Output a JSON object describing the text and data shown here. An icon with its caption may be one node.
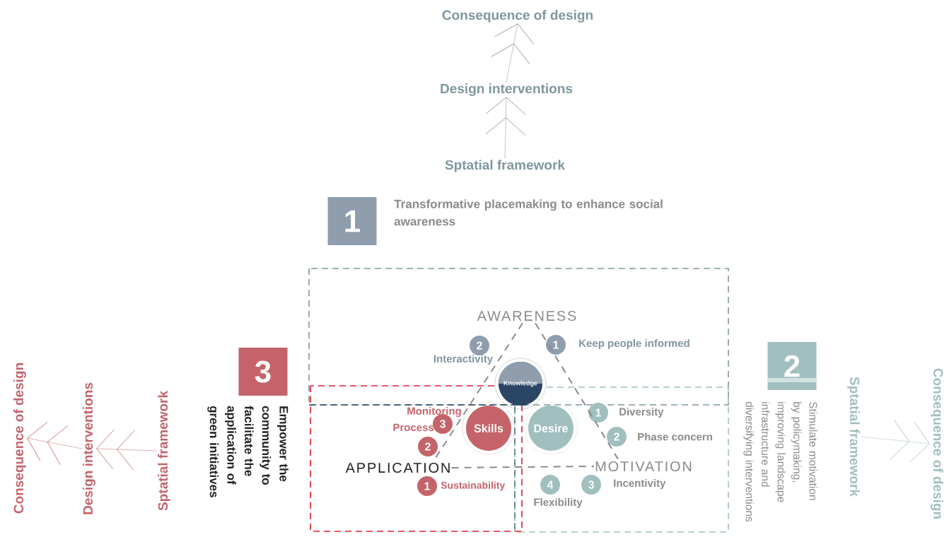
{
  "diagram": {
    "nodes": [
      {
        "text": [
          "Consequence of design"
        ]
      },
      {
        "text": [
          "Design interventions"
        ]
      },
      {
        "text": [
          "Sptatial framework"
        ]
      },
      {
        "text": [
          "1"
        ],
        "beside": [
          "Transformative placemaking to enhance social awareness"
        ]
      },
      {
        "text": [
          "AWARENESS"
        ]
      },
      {
        "text": [
          "2"
        ],
        "beside": [
          "Interactivity"
        ]
      },
      {
        "text": [
          "1"
        ],
        "beside": [
          "Keep people informed"
        ]
      },
      {
        "text": [
          "Knowledge"
        ]
      },
      {
        "text": [
          "3"
        ],
        "beside": [
          "Empower the community to facilitate the application of green initiatives"
        ]
      },
      {
        "text": [
          "2"
        ],
        "beside": [
          "Stimulate motivation by policymaking, improving landscape infrastructure and diversifying interventions"
        ]
      },
      {
        "text": [
          "Skills"
        ]
      },
      {
        "text": [
          "Desire"
        ]
      },
      {
        "text": [
          "3"
        ],
        "beside": [
          "Process"
        ]
      },
      {
        "text": [
          "1"
        ],
        "beside": [
          "Diversity"
        ]
      },
      {
        "text": [
          "2"
        ]
      },
      {
        "text": [
          "2"
        ],
        "beside": [
          "Phase concern"
        ]
      },
      {
        "text": [
          "APPLICATION"
        ]
      },
      {
        "text": [
          "MOTIVATION"
        ]
      },
      {
        "text": [
          "1"
        ],
        "beside": [
          "Sustainability"
        ]
      },
      {
        "text": [
          "4"
        ],
        "beside": [
          "Flexibility"
        ]
      },
      {
        "text": [
          "3"
        ],
        "beside": [
          "Incentivity"
        ]
      },
      {
        "text": [
          "Consequence of design"
        ]
      },
      {
        "text": [
          "Design interventions"
        ]
      },
      {
        "text": [
          "Sptatial framework"
        ]
      },
      {
        "text": [
          "Sptatial framework"
        ]
      },
      {
        "text": [
          "Consequence of design"
        ]
      }
    ],
    "edges": [
      {
        "from": 2,
        "to": 1,
        "arrow": "to"
      },
      {
        "from": 1,
        "to": 0,
        "arrow": "to"
      },
      {
        "from": 23,
        "to": 22,
        "arrow": "to"
      },
      {
        "from": 22,
        "to": 21,
        "arrow": "to"
      },
      {
        "from": 24,
        "to": 25,
        "arrow": "to"
      },
      {
        "from": 4,
        "to": 16,
        "arrow": "none",
        "style": "dashed"
      },
      {
        "from": 4,
        "to": 17,
        "arrow": "none",
        "style": "dashed"
      },
      {
        "from": 16,
        "to": 17,
        "arrow": "none",
        "style": "dashed"
      }
    ],
    "labels": [
      "Monitoring"
    ]
  }
}
